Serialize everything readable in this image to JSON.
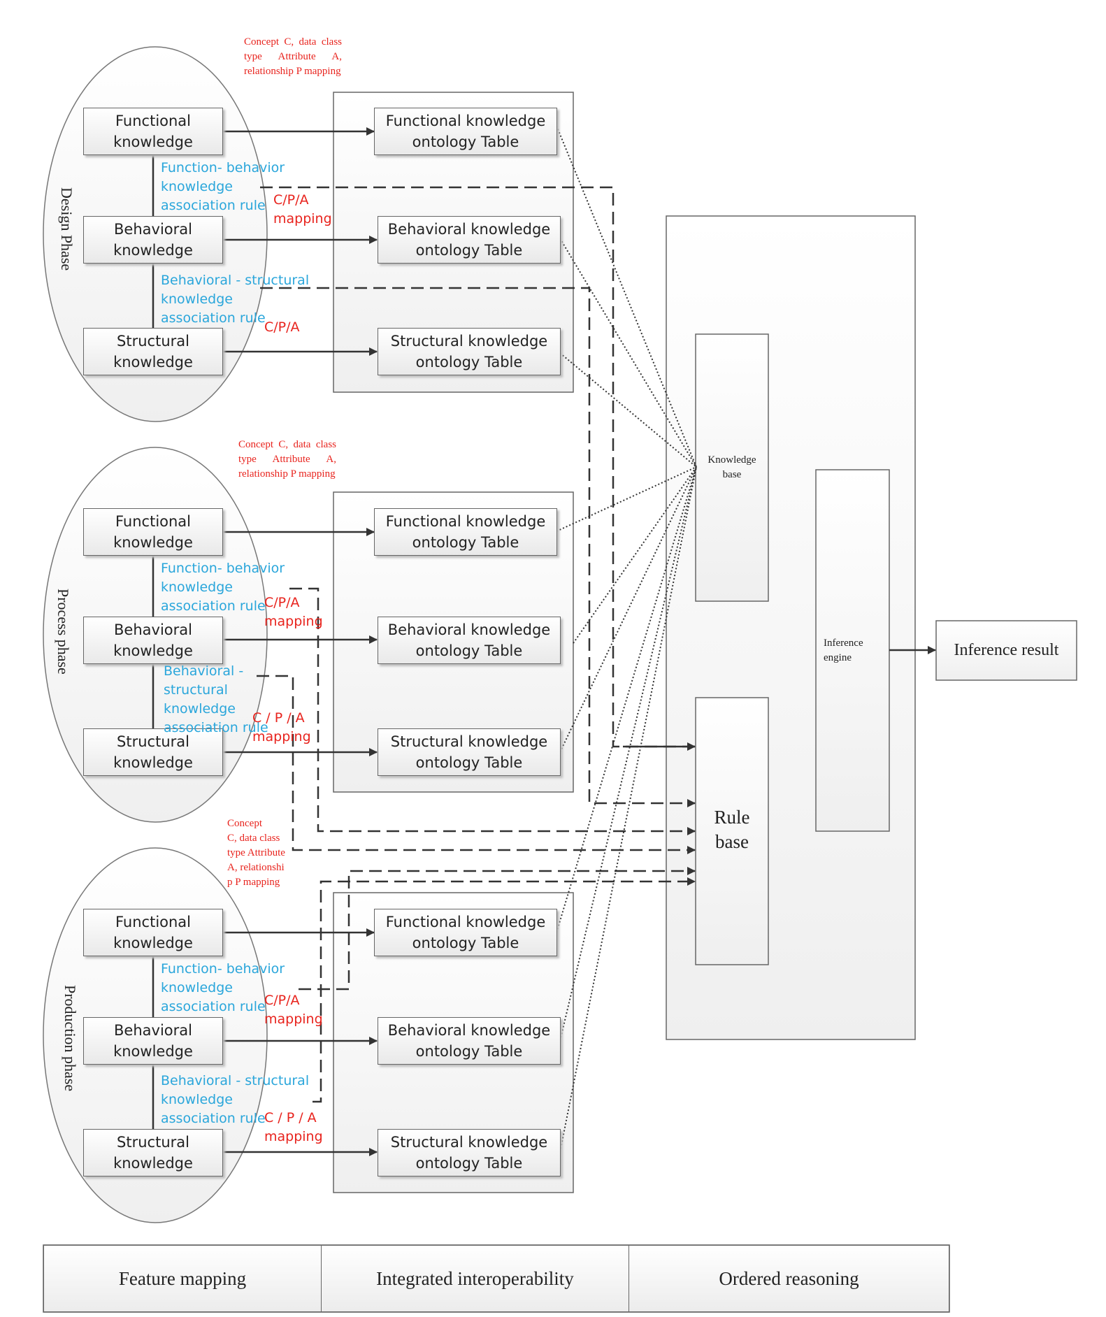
{
  "phases": [
    {
      "label": "Design\nPhase",
      "concept_note": "Concept C, data class type Attribute A, relationship P mapping",
      "functional": "Functional\nknowledge",
      "behavioral": "Behavioral\nknowledge",
      "structural": "Structural\nknowledge",
      "fb_rule": "Function- behavior\nknowledge\nassociation rule",
      "bs_rule": "Behavioral - structural\nknowledge\nassociation rule",
      "map1": "C/P/A\nmapping",
      "map2": "C/P/A",
      "func_table": "Functional knowledge\nontology Table",
      "beh_table": "Behavioral knowledge\nontology Table",
      "str_table": "Structural knowledge\nontology Table"
    },
    {
      "label": "Process\nphase",
      "concept_note": "Concept C, data class type Attribute A, relationship P mapping",
      "functional": "Functional\nknowledge",
      "behavioral": "Behavioral\nknowledge",
      "structural": "Structural\nknowledge",
      "fb_rule": "Function- behavior\nknowledge\nassociation rule",
      "bs_rule": "Behavioral -\nstructural\nknowledge\nassociation rule",
      "map1": "C/P/A\nmapping",
      "map2": "C / P / A\nmapping",
      "func_table": "Functional knowledge\nontology Table",
      "beh_table": "Behavioral knowledge\nontology Table",
      "str_table": "Structural knowledge\nontology Table"
    },
    {
      "label": "Production\nphase",
      "concept_note": "Concept\nC, data class\ntype Attribute\nA, relationshi\np P mapping",
      "functional": "Functional\nknowledge",
      "behavioral": "Behavioral\nknowledge",
      "structural": "Structural\nknowledge",
      "fb_rule": "Function- behavior\nknowledge\nassociation rule",
      "bs_rule": "Behavioral - structural\nknowledge\nassociation rule",
      "map1": "C/P/A\nmapping",
      "map2": "C / P / A\nmapping",
      "func_table": "Functional knowledge\nontology Table",
      "beh_table": "Behavioral knowledge\nontology Table",
      "str_table": "Structural knowledge\nontology Table"
    }
  ],
  "reasoning": {
    "knowledge_base": "Knowledge\nbase",
    "rule_base": "Rule\nbase",
    "inference_engine": "Inference\nengine",
    "inference_result": "Inference result"
  },
  "footer": {
    "feature_mapping": "Feature mapping",
    "integrated_interoperability": "Integrated interoperability",
    "ordered_reasoning": "Ordered reasoning"
  },
  "colors": {
    "rule_text": "#2aa6db",
    "mapping_text": "#e8231d",
    "line": "#333333"
  }
}
